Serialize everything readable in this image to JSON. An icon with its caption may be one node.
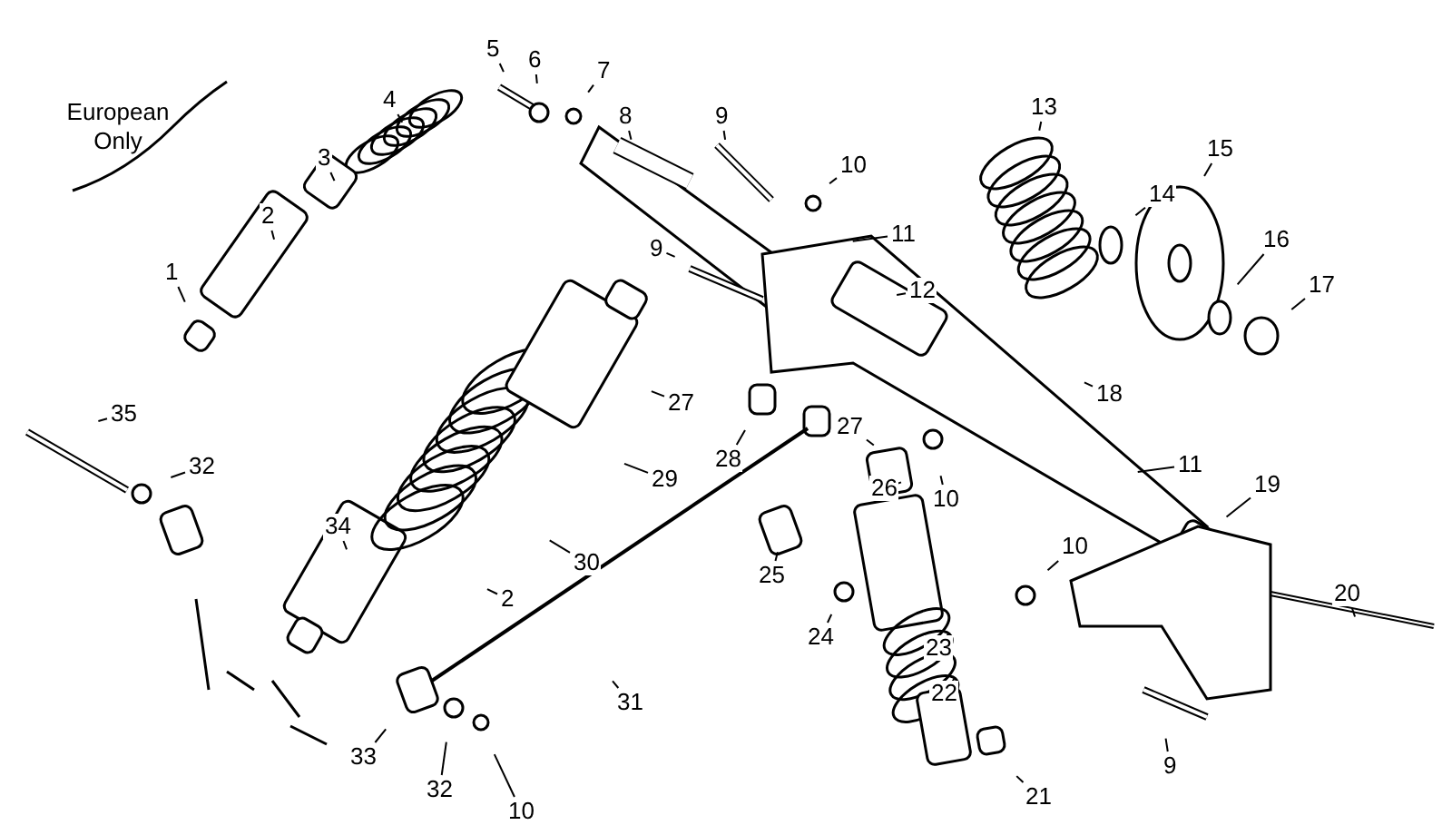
{
  "diagram": {
    "nodes": [
      {
        "text": [
          "1"
        ]
      },
      {
        "text": [
          "2"
        ]
      },
      {
        "text": [
          "3"
        ]
      },
      {
        "text": [
          "4"
        ]
      },
      {
        "text": [
          "5"
        ]
      },
      {
        "text": [
          "6"
        ]
      },
      {
        "text": [
          "7"
        ]
      },
      {
        "text": [
          "8"
        ]
      },
      {
        "text": [
          "9"
        ]
      },
      {
        "text": [
          "10"
        ]
      },
      {
        "text": [
          "11"
        ]
      },
      {
        "text": [
          "9"
        ]
      },
      {
        "text": [
          "12"
        ]
      },
      {
        "text": [
          "13"
        ]
      },
      {
        "text": [
          "14"
        ]
      },
      {
        "text": [
          "15"
        ]
      },
      {
        "text": [
          "16"
        ]
      },
      {
        "text": [
          "17"
        ]
      },
      {
        "text": [
          "18"
        ]
      },
      {
        "text": [
          "11"
        ]
      },
      {
        "text": [
          "19"
        ]
      },
      {
        "text": [
          "20"
        ]
      },
      {
        "text": [
          "10"
        ]
      },
      {
        "text": [
          "9"
        ]
      },
      {
        "text": [
          "21"
        ]
      },
      {
        "text": [
          "22"
        ]
      },
      {
        "text": [
          "23"
        ]
      },
      {
        "text": [
          "10"
        ]
      },
      {
        "text": [
          "26"
        ]
      },
      {
        "text": [
          "27"
        ]
      },
      {
        "text": [
          "24"
        ]
      },
      {
        "text": [
          "25"
        ]
      },
      {
        "text": [
          "28"
        ]
      },
      {
        "text": [
          "27"
        ]
      },
      {
        "text": [
          "29"
        ]
      },
      {
        "text": [
          "30"
        ]
      },
      {
        "text": [
          "2"
        ]
      },
      {
        "text": [
          "34"
        ]
      },
      {
        "text": [
          "35"
        ]
      },
      {
        "text": [
          "32"
        ]
      },
      {
        "text": [
          "31"
        ]
      },
      {
        "text": [
          "33"
        ]
      },
      {
        "text": [
          "32"
        ]
      },
      {
        "text": [
          "10"
        ]
      }
    ],
    "edges": [
      {
        "from": 0,
        "to": null,
        "arrow": "none"
      },
      {
        "from": 1,
        "to": null,
        "arrow": "none"
      },
      {
        "from": 2,
        "to": null,
        "arrow": "none"
      },
      {
        "from": 3,
        "to": null,
        "arrow": "none"
      },
      {
        "from": 4,
        "to": null,
        "arrow": "none"
      },
      {
        "from": 5,
        "to": null,
        "arrow": "none"
      },
      {
        "from": 6,
        "to": null,
        "arrow": "none"
      },
      {
        "from": 7,
        "to": null,
        "arrow": "none"
      },
      {
        "from": 8,
        "to": null,
        "arrow": "none"
      },
      {
        "from": 9,
        "to": null,
        "arrow": "none"
      },
      {
        "from": 10,
        "to": null,
        "arrow": "none"
      },
      {
        "from": 11,
        "to": null,
        "arrow": "none"
      },
      {
        "from": 12,
        "to": null,
        "arrow": "none"
      },
      {
        "from": 13,
        "to": null,
        "arrow": "none"
      },
      {
        "from": 14,
        "to": null,
        "arrow": "none"
      },
      {
        "from": 15,
        "to": null,
        "arrow": "none"
      },
      {
        "from": 16,
        "to": null,
        "arrow": "none"
      },
      {
        "from": 17,
        "to": null,
        "arrow": "none"
      },
      {
        "from": 18,
        "to": null,
        "arrow": "none"
      },
      {
        "from": 19,
        "to": null,
        "arrow": "none"
      },
      {
        "from": 20,
        "to": null,
        "arrow": "none"
      },
      {
        "from": 21,
        "to": null,
        "arrow": "none"
      },
      {
        "from": 22,
        "to": null,
        "arrow": "none"
      },
      {
        "from": 23,
        "to": null,
        "arrow": "none"
      },
      {
        "from": 24,
        "to": null,
        "arrow": "none"
      },
      {
        "from": 25,
        "to": null,
        "arrow": "none"
      },
      {
        "from": 26,
        "to": null,
        "arrow": "none"
      },
      {
        "from": 27,
        "to": null,
        "arrow": "none"
      },
      {
        "from": 28,
        "to": null,
        "arrow": "none"
      },
      {
        "from": 29,
        "to": null,
        "arrow": "none"
      },
      {
        "from": 30,
        "to": null,
        "arrow": "none"
      },
      {
        "from": 31,
        "to": null,
        "arrow": "none"
      },
      {
        "from": 32,
        "to": null,
        "arrow": "none"
      },
      {
        "from": 33,
        "to": null,
        "arrow": "none"
      },
      {
        "from": 34,
        "to": null,
        "arrow": "none"
      },
      {
        "from": 35,
        "to": null,
        "arrow": "none"
      },
      {
        "from": 36,
        "to": null,
        "arrow": "none"
      },
      {
        "from": 37,
        "to": null,
        "arrow": "none"
      },
      {
        "from": 38,
        "to": null,
        "arrow": "none"
      },
      {
        "from": 39,
        "to": null,
        "arrow": "none"
      },
      {
        "from": 40,
        "to": null,
        "arrow": "none"
      },
      {
        "from": 41,
        "to": null,
        "arrow": "none"
      },
      {
        "from": 42,
        "to": null,
        "arrow": "none"
      },
      {
        "from": 43,
        "to": null,
        "arrow": "none"
      }
    ],
    "labels": [
      "European Only"
    ]
  }
}
